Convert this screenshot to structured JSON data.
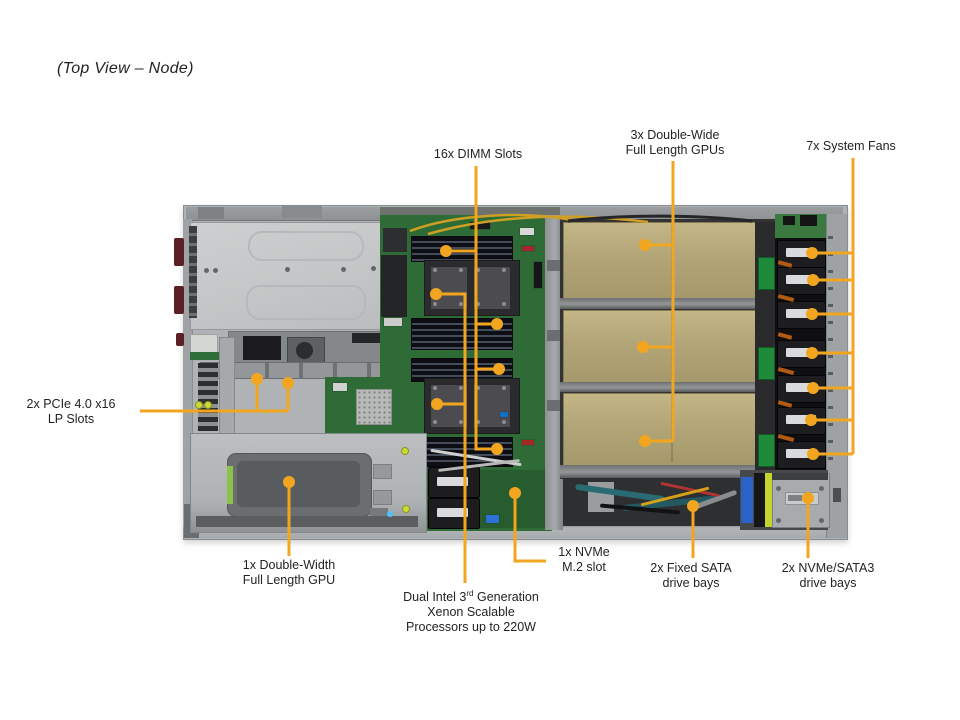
{
  "title": "(Top View – Node)",
  "accent_color": "#F2A61F",
  "callouts": {
    "dimm": {
      "label": "16x DIMM Slots"
    },
    "gpus": {
      "line1": "3x Double-Wide",
      "line2": "Full Length GPUs"
    },
    "fans": {
      "label": "7x System Fans"
    },
    "pcie": {
      "line1": "2x PCIe 4.0 x16",
      "line2": "LP Slots"
    },
    "gpu_single": {
      "line1": "1x Double-Width",
      "line2": "Full Length GPU"
    },
    "cpu": {
      "line1_pre": "Dual Intel 3",
      "line1_sup": "rd",
      "line1_post": " Generation",
      "line2": "Xenon Scalable",
      "line3": "Processors up to 220W"
    },
    "m2": {
      "line1": "1x NVMe",
      "line2": "M.2 slot"
    },
    "sata": {
      "line1": "2x Fixed SATA",
      "line2": "drive bays"
    },
    "nvme_bays": {
      "line1": "2x NVMe/SATA3",
      "line2": "drive bays"
    }
  }
}
